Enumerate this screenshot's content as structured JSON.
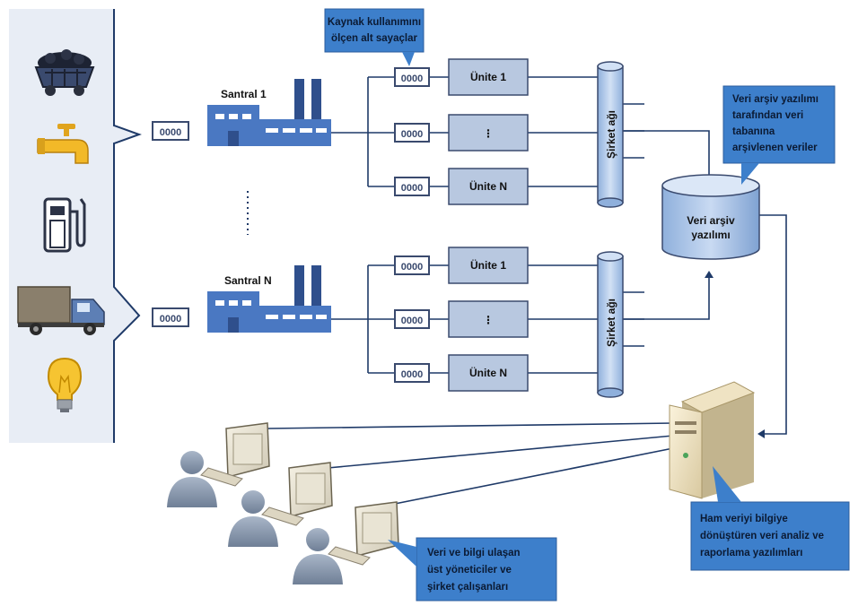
{
  "meter": {
    "digits": "0000"
  },
  "plants": [
    {
      "label": "Santral 1",
      "units": [
        "Ünite 1",
        "⋮",
        "Ünite N"
      ],
      "network_label": "Şirket ağı"
    },
    {
      "label": "Santral N",
      "units": [
        "Ünite 1",
        "⋮",
        "Ünite N"
      ],
      "network_label": "Şirket ağı"
    }
  ],
  "resources": [
    {
      "icon": "coal-cart-icon"
    },
    {
      "icon": "water-tap-icon"
    },
    {
      "icon": "fuel-pump-icon"
    },
    {
      "icon": "truck-icon"
    },
    {
      "icon": "light-bulb-icon"
    }
  ],
  "database": {
    "line1": "Veri arşiv",
    "line2": "yazılımı"
  },
  "callouts": {
    "submeters": [
      "Kaynak kullanımını",
      "ölçen alt sayaçlar"
    ],
    "archive": [
      "Veri arşiv yazılımı",
      "tarafından veri",
      "tabanına",
      "arşivlenen veriler"
    ],
    "analysis": [
      "Ham veriyi bilgiye",
      "dönüştüren veri analiz ve",
      "raporlama yazılımları"
    ],
    "users": [
      "Veri ve bilgi ulaşan",
      "üst yöneticiler ve",
      "şirket çalışanları"
    ]
  },
  "colors": {
    "callout_bg": "#3d7fcb",
    "unit_box_bg": "#b8c8e0",
    "factory_blue": "#4a78c2",
    "side_panel": "#e8edf5",
    "line": "#1f3a68"
  }
}
